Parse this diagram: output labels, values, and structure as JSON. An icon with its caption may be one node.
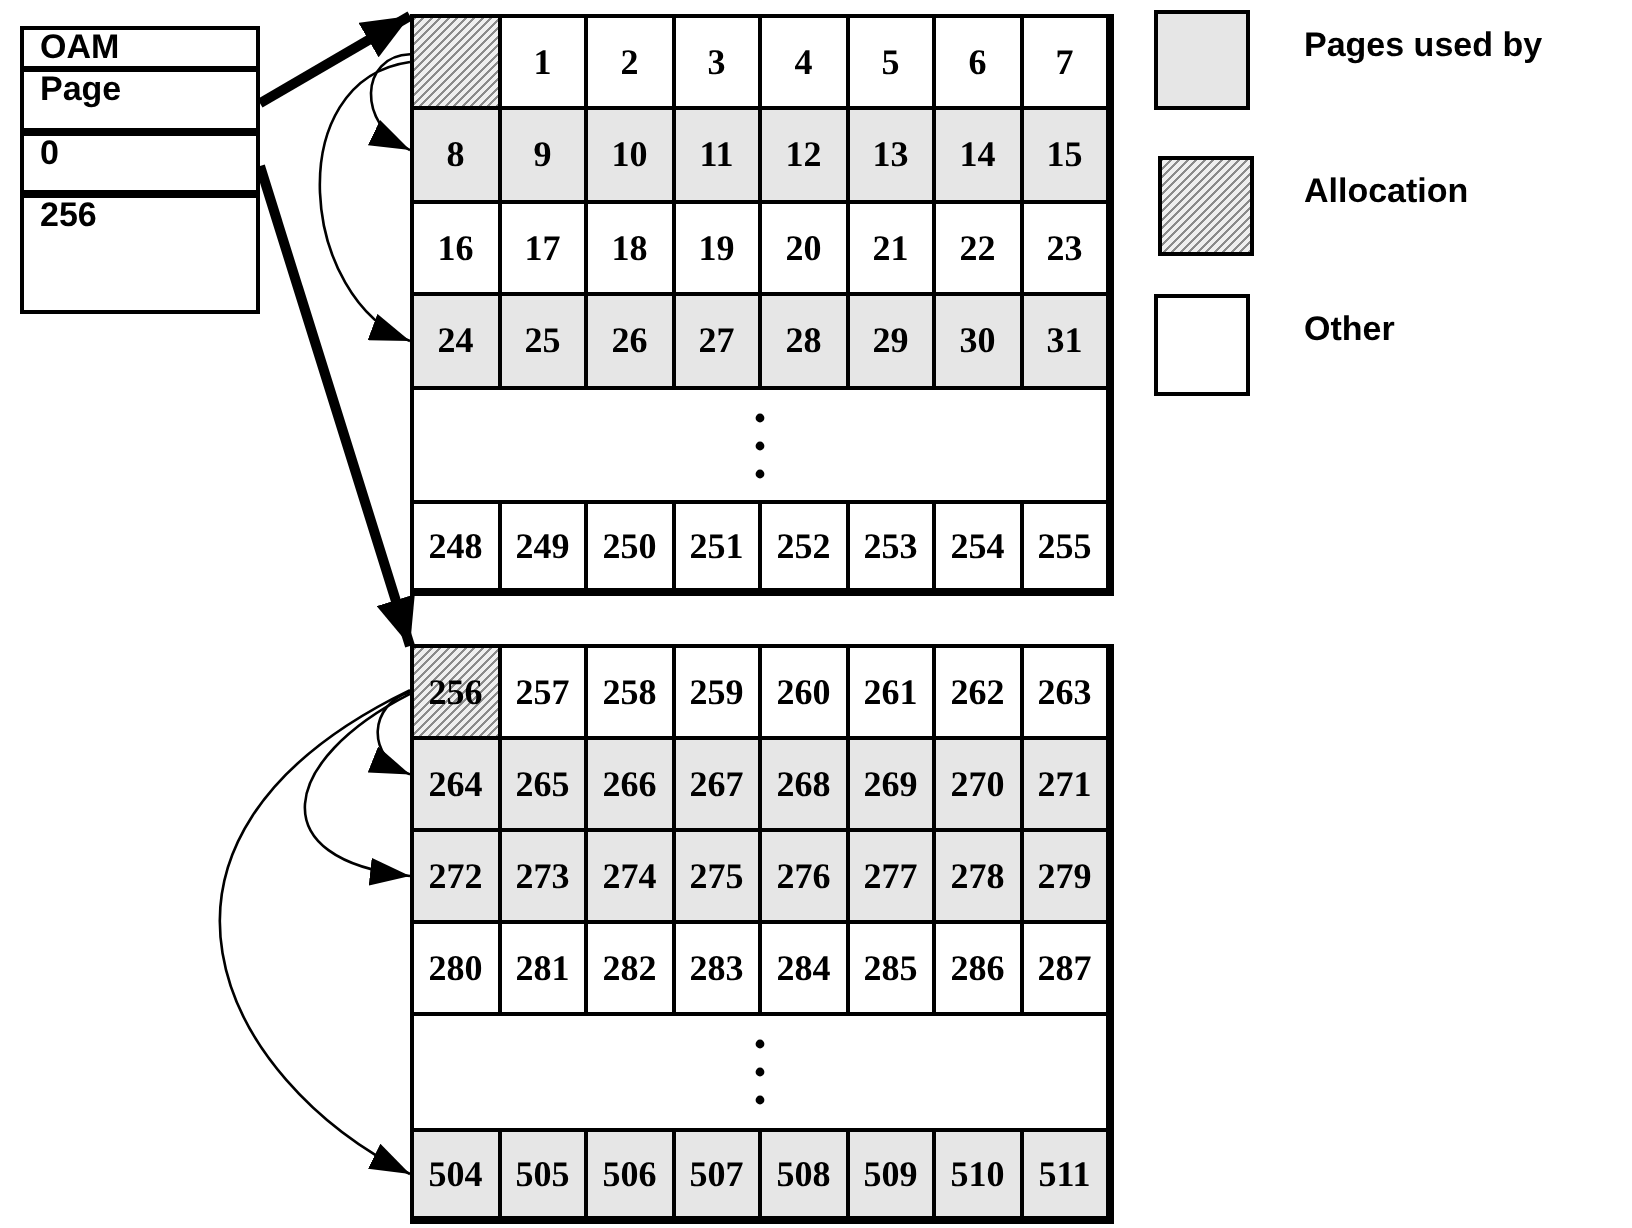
{
  "diagram": {
    "nodes": [
      {
        "text": [
          "OAM"
        ]
      },
      {
        "text": [
          "Page"
        ]
      },
      {
        "text": [
          "0"
        ]
      },
      {
        "text": [
          "256"
        ]
      },
      {
        "text": [],
        "shape": "box"
      },
      {
        "text": [],
        "shape": "box",
        "in": 4
      },
      {
        "text": [
          "1"
        ],
        "in": 4
      },
      {
        "text": [
          "2"
        ],
        "in": 4
      },
      {
        "text": [
          "3"
        ],
        "in": 4
      },
      {
        "text": [
          "4"
        ],
        "in": 4
      },
      {
        "text": [
          "5"
        ],
        "in": 4
      },
      {
        "text": [
          "6"
        ],
        "in": 4
      },
      {
        "text": [
          "7"
        ],
        "in": 4
      },
      {
        "text": [
          "8"
        ],
        "in": 4
      },
      {
        "text": [
          "9"
        ],
        "in": 4
      },
      {
        "text": [
          "10"
        ],
        "in": 4
      },
      {
        "text": [
          "11"
        ],
        "in": 4
      },
      {
        "text": [
          "12"
        ],
        "in": 4
      },
      {
        "text": [
          "13"
        ],
        "in": 4
      },
      {
        "text": [
          "14"
        ],
        "in": 4
      },
      {
        "text": [
          "15"
        ],
        "in": 4
      },
      {
        "text": [
          "16"
        ],
        "in": 4
      },
      {
        "text": [
          "17"
        ],
        "in": 4
      },
      {
        "text": [
          "18"
        ],
        "in": 4
      },
      {
        "text": [
          "19"
        ],
        "in": 4
      },
      {
        "text": [
          "20"
        ],
        "in": 4
      },
      {
        "text": [
          "21"
        ],
        "in": 4
      },
      {
        "text": [
          "22"
        ],
        "in": 4
      },
      {
        "text": [
          "23"
        ],
        "in": 4
      },
      {
        "text": [
          "24"
        ],
        "in": 4
      },
      {
        "text": [
          "25"
        ],
        "in": 4
      },
      {
        "text": [
          "26"
        ],
        "in": 4
      },
      {
        "text": [
          "27"
        ],
        "in": 4
      },
      {
        "text": [
          "28"
        ],
        "in": 4
      },
      {
        "text": [
          "29"
        ],
        "in": 4
      },
      {
        "text": [
          "30"
        ],
        "in": 4
      },
      {
        "text": [
          "31"
        ],
        "in": 4
      },
      {
        "text": [],
        "shape": "box",
        "in": 4
      },
      {
        "text": [
          "248"
        ],
        "in": 4
      },
      {
        "text": [
          "249"
        ],
        "in": 4
      },
      {
        "text": [
          "250"
        ],
        "in": 4
      },
      {
        "text": [
          "251"
        ],
        "in": 4
      },
      {
        "text": [
          "252"
        ],
        "in": 4
      },
      {
        "text": [
          "253"
        ],
        "in": 4
      },
      {
        "text": [
          "254"
        ],
        "in": 4
      },
      {
        "text": [
          "255"
        ],
        "in": 4
      },
      {
        "text": [],
        "shape": "box"
      },
      {
        "text": [
          "256"
        ],
        "in": 46
      },
      {
        "text": [
          "257"
        ],
        "in": 46
      },
      {
        "text": [
          "258"
        ],
        "in": 46
      },
      {
        "text": [
          "259"
        ],
        "in": 46
      },
      {
        "text": [
          "260"
        ],
        "in": 46
      },
      {
        "text": [
          "261"
        ],
        "in": 46
      },
      {
        "text": [
          "262"
        ],
        "in": 46
      },
      {
        "text": [
          "263"
        ],
        "in": 46
      },
      {
        "text": [
          "264"
        ],
        "in": 46
      },
      {
        "text": [
          "265"
        ],
        "in": 46
      },
      {
        "text": [
          "266"
        ],
        "in": 46
      },
      {
        "text": [
          "267"
        ],
        "in": 46
      },
      {
        "text": [
          "268"
        ],
        "in": 46
      },
      {
        "text": [
          "269"
        ],
        "in": 46
      },
      {
        "text": [
          "270"
        ],
        "in": 46
      },
      {
        "text": [
          "271"
        ],
        "in": 46
      },
      {
        "text": [
          "272"
        ],
        "in": 46
      },
      {
        "text": [
          "273"
        ],
        "in": 46
      },
      {
        "text": [
          "274"
        ],
        "in": 46
      },
      {
        "text": [
          "275"
        ],
        "in": 46
      },
      {
        "text": [
          "276"
        ],
        "in": 46
      },
      {
        "text": [
          "277"
        ],
        "in": 46
      },
      {
        "text": [
          "278"
        ],
        "in": 46
      },
      {
        "text": [
          "279"
        ],
        "in": 46
      },
      {
        "text": [
          "280"
        ],
        "in": 46
      },
      {
        "text": [
          "281"
        ],
        "in": 46
      },
      {
        "text": [
          "282"
        ],
        "in": 46
      },
      {
        "text": [
          "283"
        ],
        "in": 46
      },
      {
        "text": [
          "284"
        ],
        "in": 46
      },
      {
        "text": [
          "285"
        ],
        "in": 46
      },
      {
        "text": [
          "286"
        ],
        "in": 46
      },
      {
        "text": [
          "287"
        ],
        "in": 46
      },
      {
        "text": [],
        "shape": "box",
        "in": 46
      },
      {
        "text": [
          "504"
        ],
        "in": 46
      },
      {
        "text": [
          "505"
        ],
        "in": 46
      },
      {
        "text": [
          "506"
        ],
        "in": 46
      },
      {
        "text": [
          "507"
        ],
        "in": 46
      },
      {
        "text": [
          "508"
        ],
        "in": 46
      },
      {
        "text": [
          "509"
        ],
        "in": 46
      },
      {
        "text": [
          "510"
        ],
        "in": 46
      },
      {
        "text": [
          "511"
        ],
        "in": 46
      }
    ],
    "edges": [
      {
        "from": 1,
        "to": 5,
        "arrow": "to",
        "style": "thick"
      },
      {
        "from": 2,
        "to": 47,
        "arrow": "to",
        "style": "thick"
      },
      {
        "from": 5,
        "to": 13,
        "arrow": "to"
      },
      {
        "from": 5,
        "to": 29,
        "arrow": "to"
      },
      {
        "from": 47,
        "to": 55,
        "arrow": "to"
      },
      {
        "from": 47,
        "to": 63,
        "arrow": "to"
      },
      {
        "from": 47,
        "to": 80,
        "arrow": "to"
      }
    ],
    "legend": [
      {
        "text": "Pages used by",
        "color": "#e6e6e6"
      },
      {
        "text": "Allocation"
      },
      {
        "text": "Other",
        "color": "#ffffff"
      }
    ]
  }
}
